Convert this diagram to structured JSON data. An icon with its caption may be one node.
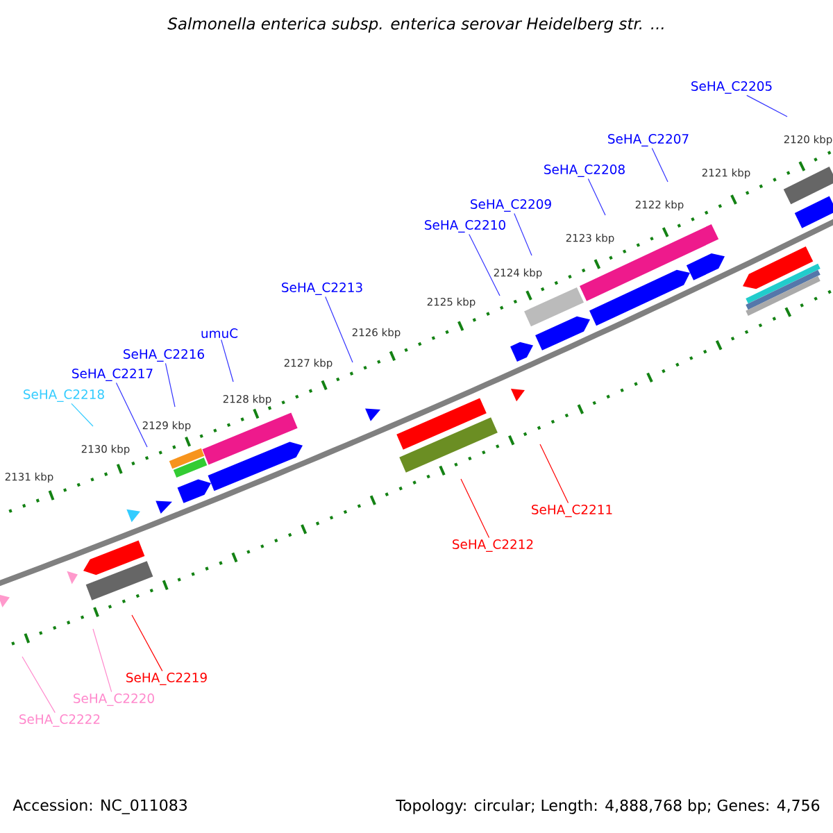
{
  "diagram": {
    "title": "Salmonella enterica subsp. enterica serovar Heidelberg str. ...",
    "nodes": [
      {
        "text": [
          "SeHA_C2205"
        ]
      },
      {
        "text": [
          "SeHA_C2207"
        ]
      },
      {
        "text": [
          "SeHA_C2208"
        ]
      },
      {
        "text": [
          "SeHA_C2209"
        ]
      },
      {
        "text": [
          "SeHA_C2210"
        ]
      },
      {
        "text": [
          "SeHA_C2213"
        ]
      },
      {
        "text": [
          "umuC"
        ]
      },
      {
        "text": [
          "SeHA_C2216"
        ]
      },
      {
        "text": [
          "SeHA_C2217"
        ]
      },
      {
        "text": [
          "SeHA_C2218"
        ]
      },
      {
        "text": [
          "SeHA_C2211"
        ]
      },
      {
        "text": [
          "SeHA_C2212"
        ]
      },
      {
        "text": [
          "SeHA_C2219"
        ]
      },
      {
        "text": [
          "SeHA_C2220"
        ]
      },
      {
        "text": [
          "SeHA_C2222"
        ]
      }
    ],
    "edges": [
      {
        "from": 0,
        "to": null,
        "arrow": "none"
      },
      {
        "from": 1,
        "to": null,
        "arrow": "none"
      },
      {
        "from": 2,
        "to": null,
        "arrow": "none"
      },
      {
        "from": 3,
        "to": null,
        "arrow": "none"
      },
      {
        "from": 4,
        "to": null,
        "arrow": "none"
      },
      {
        "from": 5,
        "to": null,
        "arrow": "none"
      },
      {
        "from": 6,
        "to": null,
        "arrow": "none"
      },
      {
        "from": 7,
        "to": null,
        "arrow": "none"
      },
      {
        "from": 8,
        "to": null,
        "arrow": "none"
      },
      {
        "from": 9,
        "to": null,
        "arrow": "none",
        "color": "#33ccff"
      },
      {
        "from": 10,
        "to": null,
        "arrow": "none",
        "color": "#ff0000"
      },
      {
        "from": 11,
        "to": null,
        "arrow": "none",
        "color": "#ff0000"
      },
      {
        "from": 12,
        "to": null,
        "arrow": "none",
        "color": "#ff0000"
      },
      {
        "from": 13,
        "to": null,
        "arrow": "none",
        "color": "#ff88cc"
      },
      {
        "from": 14,
        "to": null,
        "arrow": "none",
        "color": "#ff88cc"
      }
    ],
    "labels": [
      "2120 kbp",
      "2121 kbp",
      "2122 kbp",
      "2123 kbp",
      "2124 kbp",
      "2125 kbp",
      "2126 kbp",
      "2127 kbp",
      "2128 kbp",
      "2129 kbp",
      "2130 kbp",
      "2131 kbp",
      "Accession: NC_011083",
      "Topology: circular; Length: 4,888,768 bp; Genes: 4,756"
    ]
  }
}
